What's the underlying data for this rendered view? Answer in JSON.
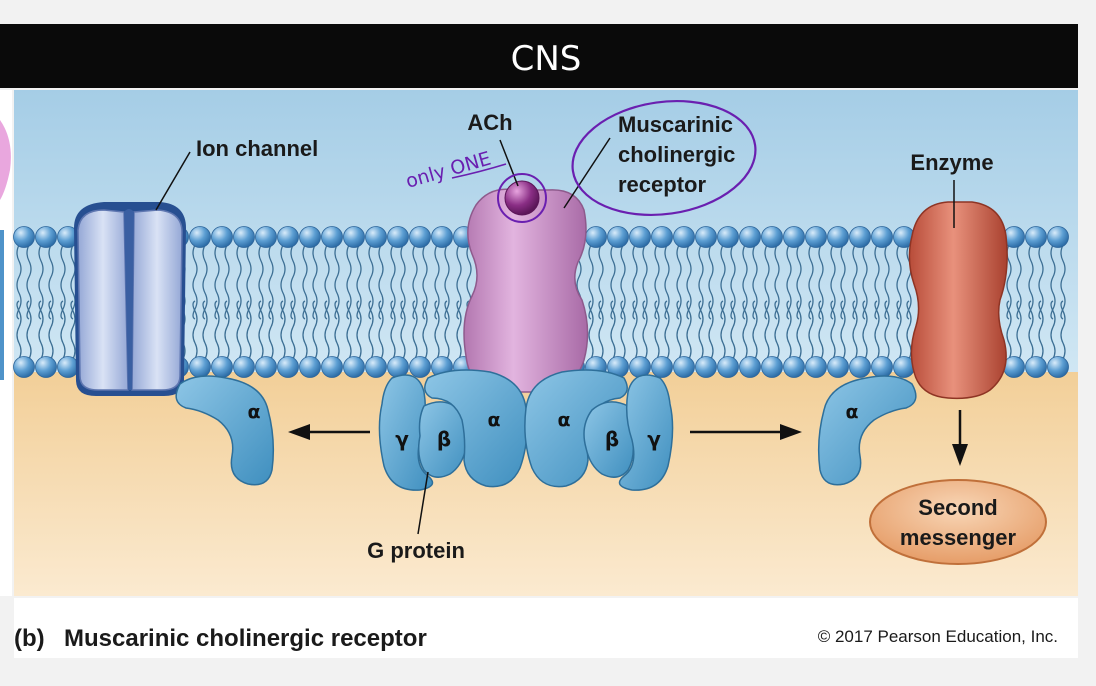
{
  "header": {
    "title": "CNS"
  },
  "labels": {
    "ion_channel": "Ion channel",
    "ach": "ACh",
    "handwritten_note": "only ONE",
    "muscarinic": [
      "Muscarinic",
      "cholinergic",
      "receptor"
    ],
    "enzyme": "Enzyme",
    "g_protein": "G protein",
    "second_messenger": [
      "Second",
      "messenger"
    ]
  },
  "subunits": {
    "alpha": "α",
    "beta": "β",
    "gamma": "γ"
  },
  "caption": {
    "panel": "(b)",
    "title": "Muscarinic cholinergic receptor",
    "copyright": "© 2017 Pearson Education, Inc."
  },
  "colors": {
    "header_bg": "#0a0a0a",
    "extracellular": "#b6d9ee",
    "intracellular": "#f6dcae",
    "lipid_head": "#4f93c9",
    "ion_channel": "#b4c4e6",
    "receptor": "#c88cc6",
    "ach": "#8a2e85",
    "g_protein": "#5da7cf",
    "enzyme": "#cc5e48",
    "second_messenger": "#f0b88a",
    "annotation": "#6a1fb0"
  }
}
